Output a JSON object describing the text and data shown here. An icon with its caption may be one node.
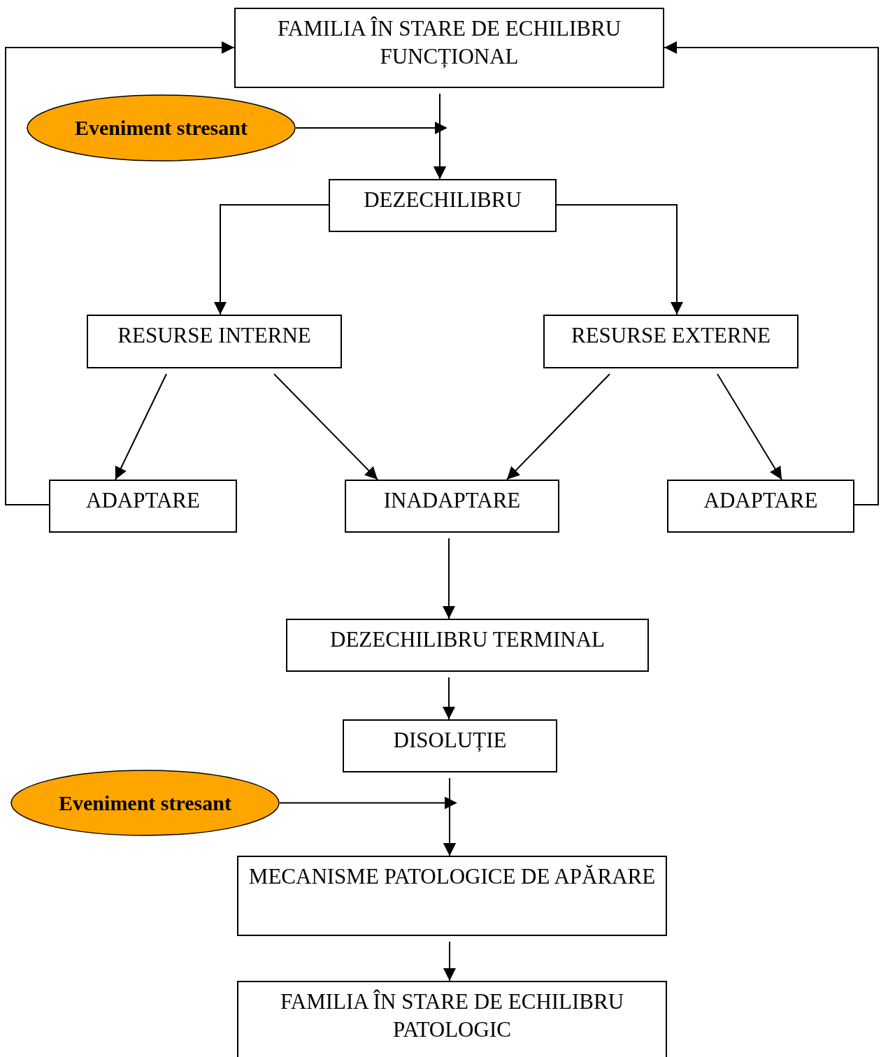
{
  "diagram": {
    "nodes": [
      {
        "text": [
          "FAMILIA ÎN STARE DE ECHILIBRU FUNCȚIONAL"
        ]
      },
      {
        "text": [
          "Eveniment stresant"
        ]
      },
      {
        "text": [
          "DEZECHILIBRU"
        ]
      },
      {
        "text": [
          "RESURSE INTERNE"
        ]
      },
      {
        "text": [
          "RESURSE EXTERNE"
        ]
      },
      {
        "text": [
          "ADAPTARE"
        ]
      },
      {
        "text": [
          "INADAPTARE"
        ]
      },
      {
        "text": [
          "ADAPTARE"
        ]
      },
      {
        "text": [
          "DEZECHILIBRU TERMINAL"
        ]
      },
      {
        "text": [
          "DISOLUȚIE"
        ]
      },
      {
        "text": [
          "Eveniment stresant"
        ]
      },
      {
        "text": [
          "MECANISME PATOLOGICE DE APĂRARE"
        ]
      },
      {
        "text": [
          "FAMILIA ÎN STARE DE ECHILIBRU PATOLOGIC"
        ]
      }
    ],
    "edges": [
      {
        "from": 0,
        "to": 2,
        "arrow": "to"
      },
      {
        "from": 1,
        "to": 2,
        "arrow": "to"
      },
      {
        "from": 2,
        "to": 3,
        "arrow": "to"
      },
      {
        "from": 2,
        "to": 4,
        "arrow": "to"
      },
      {
        "from": 3,
        "to": 5,
        "arrow": "to"
      },
      {
        "from": 3,
        "to": 6,
        "arrow": "to"
      },
      {
        "from": 4,
        "to": 6,
        "arrow": "to"
      },
      {
        "from": 4,
        "to": 7,
        "arrow": "to"
      },
      {
        "from": 5,
        "to": 0,
        "arrow": "to"
      },
      {
        "from": 7,
        "to": 0,
        "arrow": "to"
      },
      {
        "from": 6,
        "to": 8,
        "arrow": "to"
      },
      {
        "from": 8,
        "to": 9,
        "arrow": "to"
      },
      {
        "from": 9,
        "to": 11,
        "arrow": "to"
      },
      {
        "from": 10,
        "to": 11,
        "arrow": "to"
      },
      {
        "from": 11,
        "to": 12,
        "arrow": "to"
      }
    ]
  }
}
